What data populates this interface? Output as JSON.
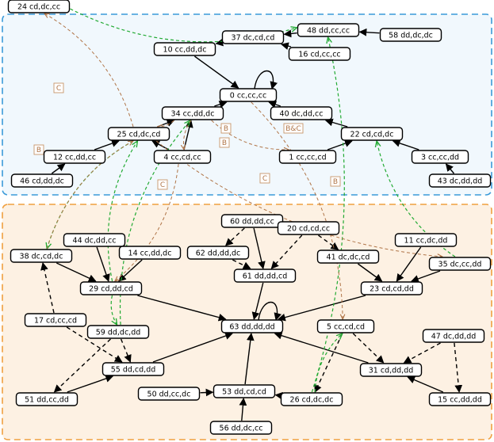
{
  "regions": [
    {
      "id": "top",
      "stroke": "#3a9ad9",
      "fill": "#f1f8fd"
    },
    {
      "id": "bottom",
      "stroke": "#f0a040",
      "fill": "#fdf1e3"
    }
  ],
  "colors": {
    "solid": "#000000",
    "green": "#22aa33",
    "brown": "#b07548"
  },
  "nodes": [
    {
      "id": "24",
      "label": "24 cd,dc,cc"
    },
    {
      "id": "48",
      "label": "48 dd,cc,cc"
    },
    {
      "id": "58",
      "label": "58 dd,dc,dc"
    },
    {
      "id": "37",
      "label": "37 dc,cd,cd"
    },
    {
      "id": "10",
      "label": "10 cc,dd,dc"
    },
    {
      "id": "16",
      "label": "16 cd,cc,cc"
    },
    {
      "id": "0",
      "label": "0 cc,cc,cc"
    },
    {
      "id": "34",
      "label": "34 cc,dd,dc"
    },
    {
      "id": "40",
      "label": "40 dc,dd,cc"
    },
    {
      "id": "25",
      "label": "25 cd,dc,cd"
    },
    {
      "id": "22",
      "label": "22 cd,cd,dc"
    },
    {
      "id": "12",
      "label": "12 cc,dd,cc"
    },
    {
      "id": "4",
      "label": "4 cc,cd,cc"
    },
    {
      "id": "1",
      "label": "1 cc,cc,cd"
    },
    {
      "id": "3",
      "label": "3 cc,cc,dd"
    },
    {
      "id": "46",
      "label": "46 cd,dd,dc"
    },
    {
      "id": "43",
      "label": "43 dc,dd,dd"
    },
    {
      "id": "60",
      "label": "60 dd,dd,cc"
    },
    {
      "id": "20",
      "label": "20 cd,cd,cc"
    },
    {
      "id": "44",
      "label": "44 dc,dd,cc"
    },
    {
      "id": "14",
      "label": "14 cc,dd,dc"
    },
    {
      "id": "62",
      "label": "62 dd,dd,dc"
    },
    {
      "id": "11",
      "label": "11 cc,dc,dd"
    },
    {
      "id": "38",
      "label": "38 dc,cd,dc"
    },
    {
      "id": "41",
      "label": "41 dc,dc,cd"
    },
    {
      "id": "35",
      "label": "35 dc,cc,dd"
    },
    {
      "id": "29",
      "label": "29 cd,dd,cd"
    },
    {
      "id": "61",
      "label": "61 dd,dd,cd"
    },
    {
      "id": "23",
      "label": "23 cd,cd,dd"
    },
    {
      "id": "17",
      "label": "17 cd,cc,cd"
    },
    {
      "id": "59",
      "label": "59 dd,dc,dd"
    },
    {
      "id": "63",
      "label": "63 dd,dd,dd"
    },
    {
      "id": "5",
      "label": "5 cc,cd,cd"
    },
    {
      "id": "47",
      "label": "47 dc,dd,dd"
    },
    {
      "id": "55",
      "label": "55 dd,cd,dd"
    },
    {
      "id": "31",
      "label": "31 cd,dd,dd"
    },
    {
      "id": "51",
      "label": "51 dd,cc,dd"
    },
    {
      "id": "50",
      "label": "50 dd,cc,dc"
    },
    {
      "id": "53",
      "label": "53 dd,cd,cd"
    },
    {
      "id": "26",
      "label": "26 cd,dc,dc"
    },
    {
      "id": "15",
      "label": "15 cc,dd,dd"
    },
    {
      "id": "56",
      "label": "56 dd,dc,cc"
    }
  ],
  "edge_labels": [
    "C",
    "B",
    "B",
    "B",
    "C",
    "B&C",
    "C",
    "B"
  ],
  "edges": [
    {
      "from": "58",
      "to": "48",
      "style": "solid"
    },
    {
      "from": "48",
      "to": "37",
      "style": "solid"
    },
    {
      "from": "16",
      "to": "37",
      "style": "solid"
    },
    {
      "from": "37",
      "to": "10",
      "style": "solid"
    },
    {
      "from": "10",
      "to": "0",
      "style": "solid"
    },
    {
      "from": "0",
      "to": "0",
      "style": "solid"
    },
    {
      "from": "34",
      "to": "0",
      "style": "solid"
    },
    {
      "from": "40",
      "to": "0",
      "style": "solid"
    },
    {
      "from": "22",
      "to": "40",
      "style": "solid"
    },
    {
      "from": "1",
      "to": "22",
      "style": "solid"
    },
    {
      "from": "3",
      "to": "22",
      "style": "solid"
    },
    {
      "from": "43",
      "to": "3",
      "style": "solid"
    },
    {
      "from": "25",
      "to": "34",
      "style": "solid"
    },
    {
      "from": "4",
      "to": "34",
      "style": "solid"
    },
    {
      "from": "4",
      "to": "25",
      "style": "solid"
    },
    {
      "from": "12",
      "to": "25",
      "style": "solid"
    },
    {
      "from": "46",
      "to": "12",
      "style": "solid"
    },
    {
      "from": "60",
      "to": "61",
      "style": "solid"
    },
    {
      "from": "60",
      "to": "62",
      "style": "dashed"
    },
    {
      "from": "62",
      "to": "61",
      "style": "dashed"
    },
    {
      "from": "20",
      "to": "61",
      "style": "dashed"
    },
    {
      "from": "20",
      "to": "41",
      "style": "dashed"
    },
    {
      "from": "41",
      "to": "23",
      "style": "solid"
    },
    {
      "from": "11",
      "to": "23",
      "style": "solid"
    },
    {
      "from": "35",
      "to": "23",
      "style": "solid"
    },
    {
      "from": "23",
      "to": "63",
      "style": "solid"
    },
    {
      "from": "61",
      "to": "63",
      "style": "solid"
    },
    {
      "from": "63",
      "to": "63",
      "style": "solid"
    },
    {
      "from": "44",
      "to": "29",
      "style": "solid"
    },
    {
      "from": "14",
      "to": "29",
      "style": "solid"
    },
    {
      "from": "38",
      "to": "29",
      "style": "solid"
    },
    {
      "from": "29",
      "to": "63",
      "style": "solid"
    },
    {
      "from": "17",
      "to": "38",
      "style": "dashed"
    },
    {
      "from": "17",
      "to": "55",
      "style": "dashed"
    },
    {
      "from": "59",
      "to": "55",
      "style": "dashed"
    },
    {
      "from": "59",
      "to": "51",
      "style": "dashed"
    },
    {
      "from": "51",
      "to": "55",
      "style": "solid"
    },
    {
      "from": "55",
      "to": "63",
      "style": "solid"
    },
    {
      "from": "31",
      "to": "63",
      "style": "solid"
    },
    {
      "from": "5",
      "to": "31",
      "style": "dashed"
    },
    {
      "from": "5",
      "to": "26",
      "style": "dashed"
    },
    {
      "from": "47",
      "to": "31",
      "style": "dashed"
    },
    {
      "from": "47",
      "to": "15",
      "style": "dashed"
    },
    {
      "from": "15",
      "to": "31",
      "style": "solid"
    },
    {
      "from": "26",
      "to": "53",
      "style": "solid"
    },
    {
      "from": "50",
      "to": "53",
      "style": "solid"
    },
    {
      "from": "56",
      "to": "53",
      "style": "solid"
    },
    {
      "from": "53",
      "to": "63",
      "style": "solid"
    },
    {
      "from": "24",
      "to": "48",
      "style": "green"
    },
    {
      "from": "29",
      "to": "25",
      "style": "green"
    },
    {
      "from": "25",
      "to": "38",
      "style": "green"
    },
    {
      "from": "59",
      "to": "34",
      "style": "green"
    },
    {
      "from": "29",
      "to": "59",
      "style": "green"
    },
    {
      "from": "35",
      "to": "22",
      "style": "green"
    },
    {
      "from": "26",
      "to": "48",
      "style": "green"
    },
    {
      "from": "26",
      "to": "5",
      "style": "green"
    },
    {
      "from": "25",
      "to": "24",
      "style": "brown"
    },
    {
      "from": "34",
      "to": "25",
      "style": "brown"
    },
    {
      "from": "34",
      "to": "4",
      "style": "brown"
    },
    {
      "from": "4",
      "to": "29",
      "style": "brown"
    },
    {
      "from": "34",
      "to": "1",
      "style": "brown"
    },
    {
      "from": "0",
      "to": "5",
      "style": "brown"
    },
    {
      "from": "25",
      "to": "35",
      "style": "brown"
    },
    {
      "from": "38",
      "to": "25",
      "style": "brown"
    }
  ]
}
